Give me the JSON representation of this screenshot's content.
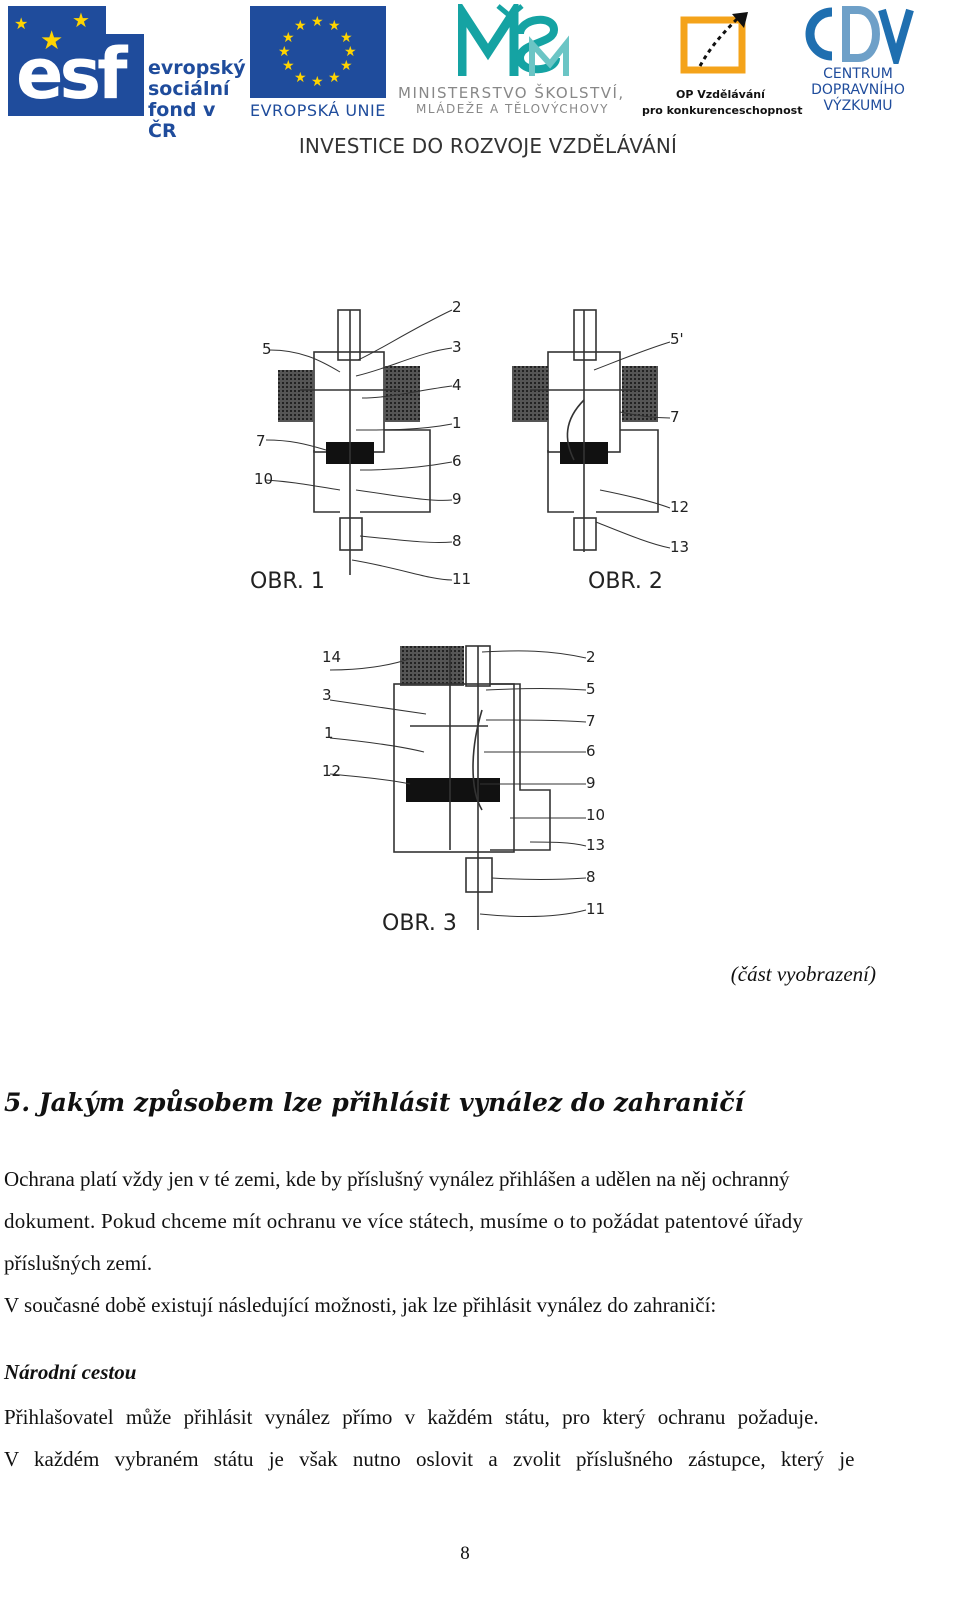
{
  "header": {
    "esf": {
      "wordmark": "esf",
      "line1": "evropský",
      "line2": "sociální",
      "line3": "fond v ČR"
    },
    "eu_label": "EVROPSKÁ UNIE",
    "msmt": {
      "line1": "MINISTERSTVO ŠKOLSTVÍ,",
      "line2": "MLÁDEŽE A TĚLOVÝCHOVY"
    },
    "op": {
      "line1": "OP Vzdělávání",
      "line2": "pro konkurenceschopnost"
    },
    "cdv": {
      "line1": "CENTRUM",
      "line2": "DOPRAVNÍHO",
      "line3": "VÝZKUMU"
    },
    "slogan": "INVESTICE DO ROZVOJE VZDĚLÁVÁNÍ"
  },
  "figure": {
    "obr1_label": "OBR. 1",
    "obr2_label": "OBR. 2",
    "obr3_label": "OBR. 3",
    "obr1_callouts": {
      "c2": "2",
      "c3": "3",
      "c4": "4",
      "c1": "1",
      "c6": "6",
      "c9": "9",
      "c8": "8",
      "c11": "11",
      "c5": "5",
      "c7": "7",
      "c10": "10"
    },
    "obr2_callouts": {
      "c5": "5'",
      "c7": "7",
      "c12": "12",
      "c13": "13"
    },
    "obr3_callouts": {
      "c14": "14",
      "c3": "3",
      "c1": "1",
      "c12": "12",
      "c2": "2",
      "c5": "5",
      "c7": "7",
      "c6": "6",
      "c9": "9",
      "c10": "10",
      "c13": "13",
      "c8": "8",
      "c11": "11"
    },
    "caption": "(část vyobrazení)"
  },
  "content": {
    "heading": "5. Jakým způsobem lze přihlásit vynález do zahraničí",
    "para1": [
      "Ochrana platí vždy jen v té zemi, kde by příslušný vynález přihlášen a udělen na něj ochranný",
      "dokument. Pokud chceme mít ochranu ve více státech, musíme o to požádat patentové úřady",
      "příslušných zemí."
    ],
    "para2": "V současné době existují následující možnosti, jak lze přihlásit vynález do zahraničí:",
    "subheading": "Národní cestou",
    "para3": [
      "Přihlašovatel může přihlásit vynález přímo v každém státu, pro který ochranu požaduje.",
      "V každém vybraném státu je však nutno oslovit a zvolit příslušného zástupce, který je"
    ]
  },
  "page_number": "8"
}
